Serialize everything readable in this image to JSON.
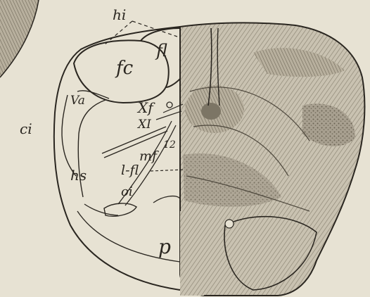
{
  "labels": {
    "hi": "hi",
    "fl": "fl",
    "fc": "fc",
    "va": "Va",
    "xf": "Xf",
    "xi": "XI",
    "n12": "12",
    "mf": "mf",
    "lfl": "l-fl",
    "ci": "ci",
    "hs": "hs",
    "oi": "oi",
    "p": "p"
  },
  "colors": {
    "paper": "#e7e2d3",
    "ink": "#2a2620",
    "shade_light": "#bdb6a6",
    "shade_mid": "#8f8878",
    "shade_dark": "#5a5448"
  }
}
